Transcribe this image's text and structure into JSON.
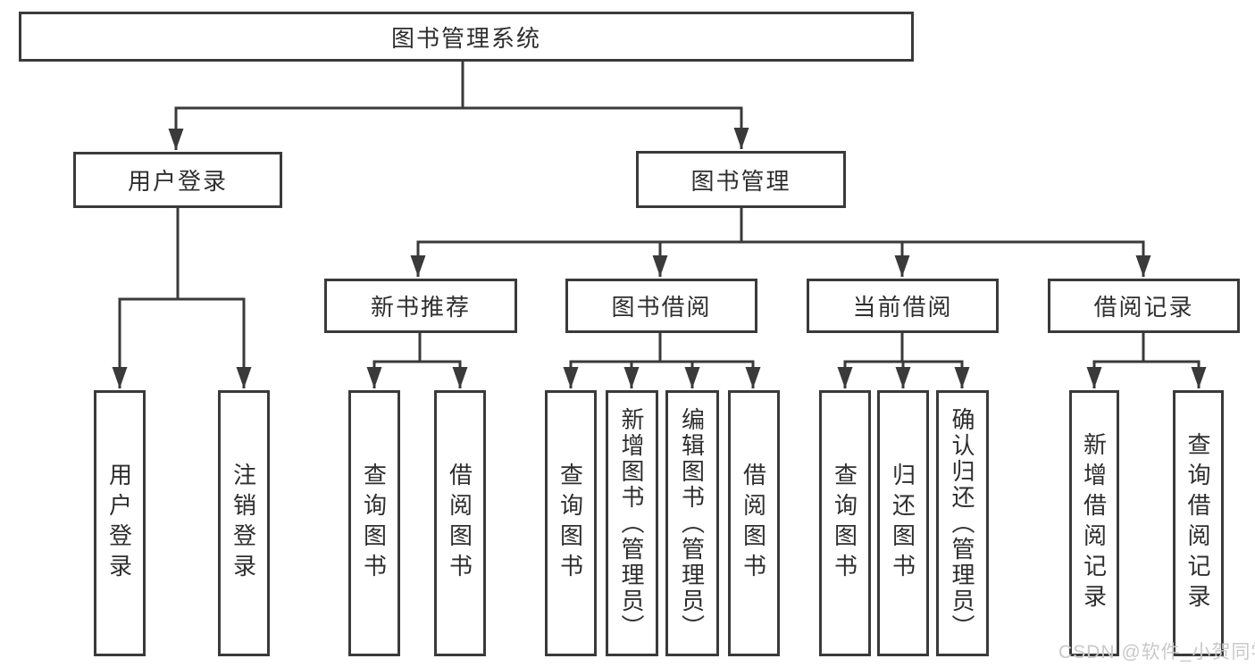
{
  "tree": {
    "label": "图书管理系统",
    "children": [
      {
        "label": "用户登录",
        "children": [
          {
            "label": "用户登录"
          },
          {
            "label": "注销登录"
          }
        ]
      },
      {
        "label": "图书管理",
        "children": [
          {
            "label": "新书推荐",
            "children": [
              {
                "label": "查询图书"
              },
              {
                "label": "借阅图书"
              }
            ]
          },
          {
            "label": "图书借阅",
            "children": [
              {
                "label": "查询图书"
              },
              {
                "label": "新增图书（管理员）"
              },
              {
                "label": "编辑图书（管理员）"
              },
              {
                "label": "借阅图书"
              }
            ]
          },
          {
            "label": "当前借阅",
            "children": [
              {
                "label": "查询图书"
              },
              {
                "label": "归还图书"
              },
              {
                "label": "确认归还（管理员）"
              }
            ]
          },
          {
            "label": "借阅记录",
            "children": [
              {
                "label": "新增借阅记录"
              },
              {
                "label": "查询借阅记录"
              }
            ]
          }
        ]
      }
    ]
  },
  "watermark": {
    "text": "CSDN @软件_小贺同学"
  },
  "colors": {
    "line": "#3a3a3a",
    "text": "#2e2e2e",
    "background": "#ffffff",
    "watermark": "#c9c9c9"
  }
}
